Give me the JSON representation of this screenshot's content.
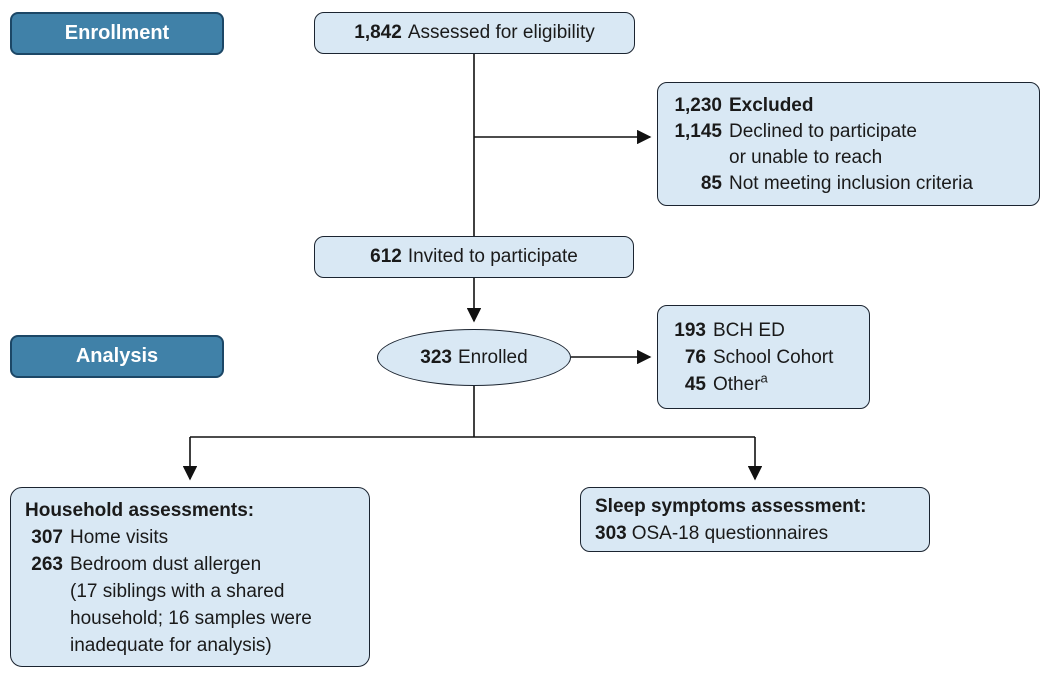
{
  "palette": {
    "box_fill": "#d9e8f4",
    "box_border": "#1b2430",
    "stage_fill": "#4081a8",
    "stage_border": "#1c4766",
    "line_color": "#111111"
  },
  "stages": {
    "enrollment": "Enrollment",
    "analysis": "Analysis"
  },
  "assessed": {
    "num": "1,842",
    "label": "Assessed for eligibility"
  },
  "excluded": {
    "rows": [
      {
        "num": "1,230",
        "label": "Excluded"
      },
      {
        "num": "1,145",
        "label": "Declined to participate",
        "cont": "or unable to reach"
      },
      {
        "num": "85",
        "label": "Not meeting inclusion criteria"
      }
    ]
  },
  "invited": {
    "num": "612",
    "label": "Invited to participate"
  },
  "enrolled": {
    "num": "323",
    "label": "Enrolled"
  },
  "sources": {
    "rows": [
      {
        "num": "193",
        "label": "BCH ED"
      },
      {
        "num": "76",
        "label": "School Cohort"
      },
      {
        "num": "45",
        "label": "Other",
        "footnote": "a"
      }
    ]
  },
  "household": {
    "title": "Household assessments:",
    "rows": [
      {
        "num": "307",
        "label": "Home visits"
      },
      {
        "num": "263",
        "label": "Bedroom dust allergen",
        "cont": [
          "(17 siblings with a shared",
          "household; 16 samples were",
          "inadequate for analysis)"
        ]
      }
    ]
  },
  "sleep": {
    "title": "Sleep symptoms assessment:",
    "rows": [
      {
        "num": "303",
        "label": "OSA-18 questionnaires"
      }
    ]
  }
}
